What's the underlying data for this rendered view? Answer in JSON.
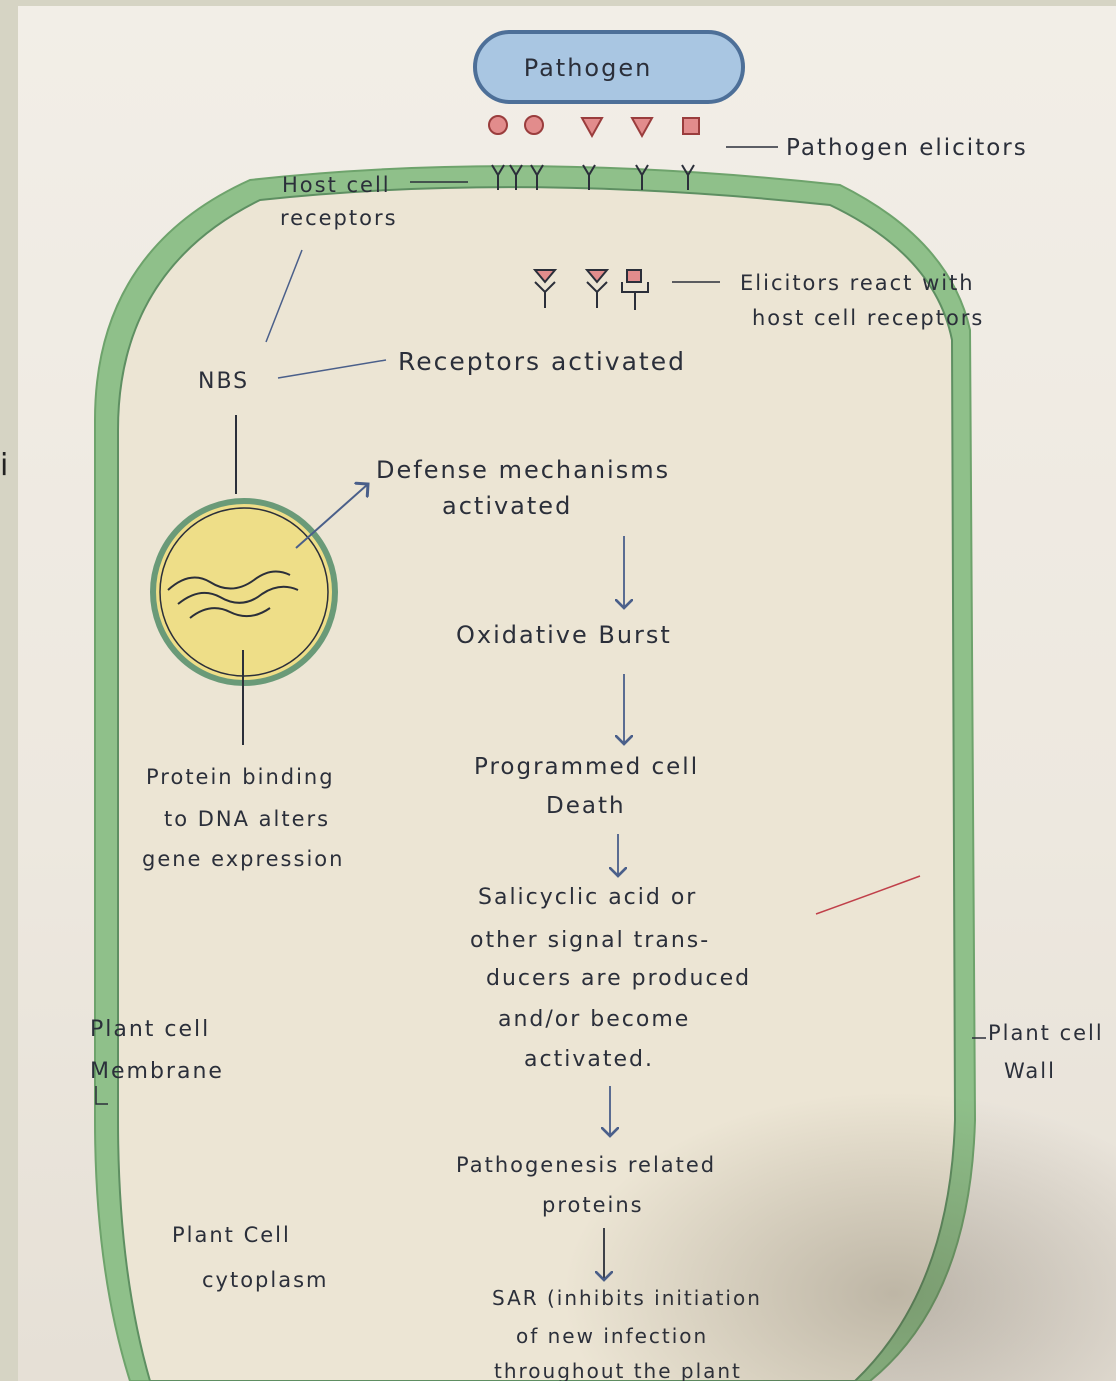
{
  "diagram": {
    "pathogen": "Pathogen",
    "pathogen_elicitors": "Pathogen elicitors",
    "host_cell_receptors": [
      "Host cell",
      "receptors"
    ],
    "elicitors_react": [
      "Elicitors react with",
      "host cell receptors"
    ],
    "nbs": "NBS",
    "receptors_activated": "Receptors activated",
    "defense": [
      "Defense mechanisms",
      "activated"
    ],
    "oxidative_burst": "Oxidative Burst",
    "programmed_cell_death": [
      "Programmed cell",
      "Death"
    ],
    "salicylic": [
      "Salicyclic acid or",
      "other signal trans-",
      "ducers are produced",
      "and/or become",
      "activated."
    ],
    "pathogenesis": [
      "Pathogenesis related",
      "proteins"
    ],
    "sar": [
      "SAR (inhibits initiation",
      "of new infection",
      "throughout the plant"
    ],
    "protein_binding": [
      "Protein binding",
      "to DNA alters",
      "gene expression"
    ],
    "plant_cell_membrane": [
      "Plant cell",
      "Membrane"
    ],
    "plant_cell_wall": [
      "Plant cell",
      "Wall"
    ],
    "plant_cell_cytoplasm": [
      "Plant Cell",
      "cytoplasm"
    ],
    "side_char": "i"
  },
  "colors": {
    "cell_wall": "#8fc08a",
    "cytoplasm": "#ece5d4",
    "pathogen_fill": "#a9c6e2",
    "pathogen_stroke": "#4d6f98",
    "elicitor_fill": "#e28c8c",
    "nucleus_fill": "#eede88",
    "nucleus_ring": "#6a9a78",
    "arrow": "#4a5f8a",
    "red_pen": "#c0404a"
  }
}
